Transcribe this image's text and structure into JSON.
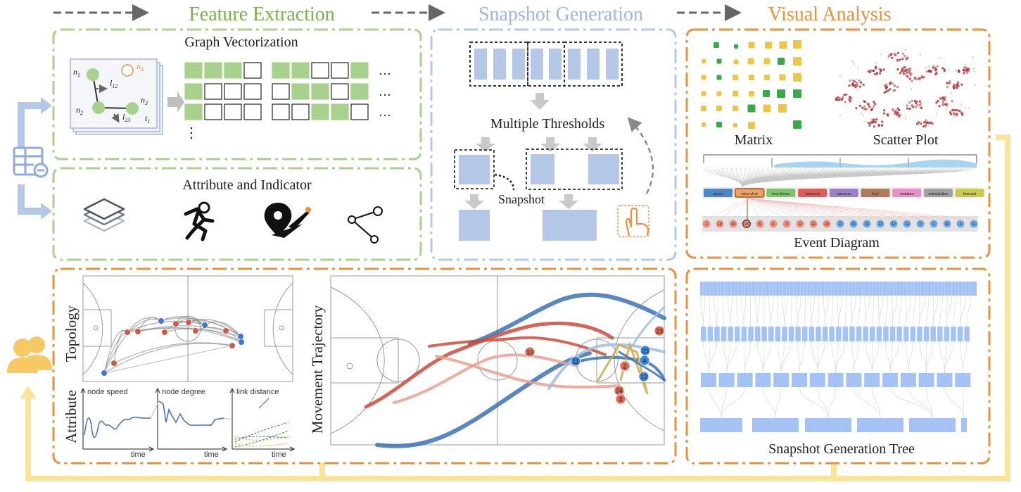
{
  "stages": {
    "feature": "Feature Extraction",
    "snapshot": "Snapshot Generation",
    "visual": "Visual Analysis"
  },
  "colors": {
    "green": "#78b050",
    "green_border": "#a8d08d",
    "blue": "#9bb3d9",
    "blue_text": "#9fb6dc",
    "orange": "#e8913f",
    "block_fill": "#b4c7e7",
    "cell_green": "#a9d18e",
    "yellow": "#fbe39a"
  },
  "feature_extraction": {
    "graph_vectorization": "Graph Vectorization",
    "node_labels": [
      "n",
      "n",
      "n",
      "n"
    ],
    "node_subscripts": [
      "1",
      "2",
      "3",
      "4"
    ],
    "edge_labels": [
      "l",
      "l"
    ],
    "edge_subscripts": [
      "12",
      "23"
    ],
    "time_label": "t",
    "time_subscript": "1",
    "ellipsis": "…",
    "vertical_ellipsis": "⋮",
    "attribute_indicator": "Attribute and Indicator",
    "icons": [
      "layers-icon",
      "runner-icon",
      "location-route-icon",
      "node-link-icon"
    ]
  },
  "snapshot_generation": {
    "multiple_thresholds": "Multiple Thresholds",
    "snapshot": "Snapshot"
  },
  "visual_analysis": {
    "matrix": "Matrix",
    "scatter_plot": "Scatter Plot",
    "event_diagram": "Event Diagram",
    "event_categories": [
      "score",
      "miss shot",
      "free throw",
      "rebound",
      "turnover",
      "foul",
      "violation",
      "substitution",
      "timeout"
    ],
    "event_category_colors": [
      "#4a86c8",
      "#f0a060",
      "#7ec26a",
      "#e05c5c",
      "#9b7fc7",
      "#b07a5a",
      "#e790c8",
      "#a0a0a0",
      "#c9c94a"
    ],
    "event_numbers": [
      "2",
      "10",
      "44",
      "23",
      "5",
      "4",
      "3",
      "13",
      "12",
      "18",
      "11",
      "40",
      "22",
      "13",
      "12",
      "14",
      "0",
      "4",
      "20",
      "3",
      "11"
    ],
    "snapshot_tree": "Snapshot Generation Tree"
  },
  "bottom_panels": {
    "topology": "Topology",
    "attribute": "Attribute",
    "movement_trajectory": "Movement Trajectory",
    "chart_titles": [
      "node speed",
      "node degree",
      "link distance"
    ],
    "time_label": "time",
    "trajectory_labels": [
      "10",
      "11",
      "23",
      "2",
      "24",
      "12",
      "23",
      "4",
      "3"
    ]
  }
}
